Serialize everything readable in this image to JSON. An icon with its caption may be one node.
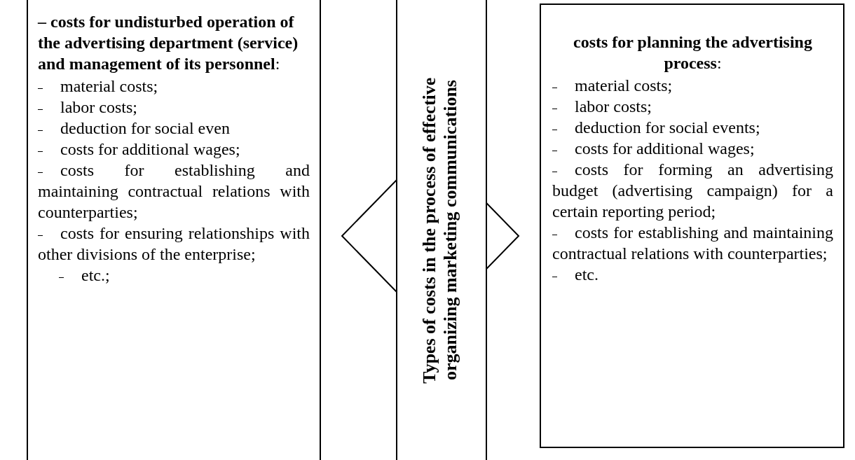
{
  "diagram": {
    "nodes": [
      {
        "text": [
          "**– costs for undisturbed operation of the advertising department (service) and management of its personnel**:",
          "material costs;",
          "labor costs;",
          "deduction for social even",
          "costs for additional wages;",
          "costs for establishing and maintaining contractual relations with counterparties;",
          "costs for ensuring relationships with other divisions of the enterprise;",
          "etc.;"
        ]
      },
      {
        "text": [
          "Types of costs in the process of effective organizing marketing communications"
        ]
      },
      {
        "text": [
          "**costs for planning the advertising process**:",
          "material costs;",
          "labor costs;",
          "deduction for social events;",
          "costs for additional wages;",
          "costs for forming an advertising budget (advertising campaign) for a certain reporting period;",
          "costs for establishing and maintaining contractual relations with counterparties;",
          "etc."
        ]
      }
    ],
    "edges": [
      {
        "from": 1,
        "to": 0,
        "arrow": "to"
      },
      {
        "from": 1,
        "to": 2,
        "arrow": "to"
      }
    ]
  }
}
